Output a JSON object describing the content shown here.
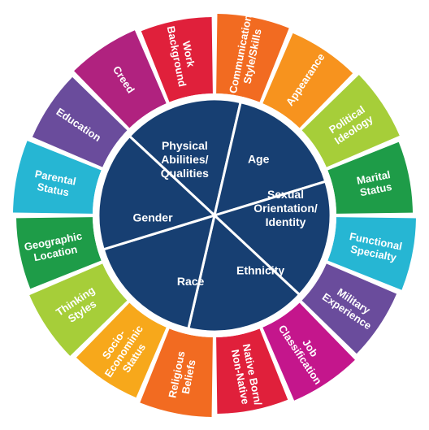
{
  "inner_segments": [
    {
      "lines": [
        "Physical",
        "Abilities/",
        "Qualities"
      ]
    },
    {
      "lines": [
        "Age"
      ]
    },
    {
      "lines": [
        "Sexual",
        "Orientation/",
        "Identity"
      ]
    },
    {
      "lines": [
        "Ethnicity"
      ]
    },
    {
      "lines": [
        "Race"
      ]
    },
    {
      "lines": [
        "Gender"
      ]
    }
  ],
  "outer_segments": [
    {
      "lines": [
        "Communication",
        "Style/Skills"
      ],
      "color": "#F26B21"
    },
    {
      "lines": [
        "Appearance"
      ],
      "color": "#F7931E"
    },
    {
      "lines": [
        "Political",
        "Ideology"
      ],
      "color": "#A6CE39"
    },
    {
      "lines": [
        "Marital",
        "Status"
      ],
      "color": "#1E9C48"
    },
    {
      "lines": [
        "Functional",
        "Specialty"
      ],
      "color": "#26B6D3"
    },
    {
      "lines": [
        "Military",
        "Experience"
      ],
      "color": "#6A4C9C"
    },
    {
      "lines": [
        "Job",
        "Classification"
      ],
      "color": "#C4168C"
    },
    {
      "lines": [
        "Native Born/",
        "Non-Native"
      ],
      "color": "#E0203B"
    },
    {
      "lines": [
        "Religious",
        "Beliefs"
      ],
      "color": "#F26B21"
    },
    {
      "lines": [
        "Socio-",
        "Econominic",
        "Status"
      ],
      "color": "#F7A81B"
    },
    {
      "lines": [
        "Thinking",
        "Styles"
      ],
      "color": "#A6CE39"
    },
    {
      "lines": [
        "Geographic",
        "Location"
      ],
      "color": "#1E9C48"
    },
    {
      "lines": [
        "Parental",
        "Status"
      ],
      "color": "#26B6D3"
    },
    {
      "lines": [
        "Education"
      ],
      "color": "#6A4C9C"
    },
    {
      "lines": [
        "Creed"
      ],
      "color": "#B0227F"
    },
    {
      "lines": [
        "Work",
        "Background"
      ],
      "color": "#E0203B"
    }
  ],
  "colors": {
    "inner_fill": "#173F72",
    "separator": "#ffffff"
  }
}
